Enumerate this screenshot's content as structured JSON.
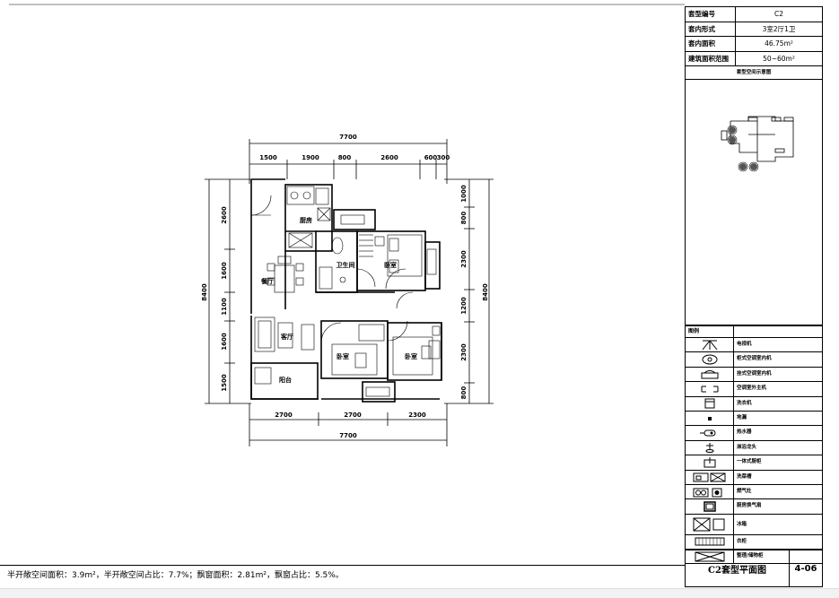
{
  "info": {
    "rows": [
      {
        "key": "套型编号",
        "value": "C2"
      },
      {
        "key": "套内形式",
        "value": "3室2厅1卫"
      },
      {
        "key": "套内面积",
        "value": "46.75m²"
      },
      {
        "key": "建筑面积范围",
        "value": "50~60m²"
      }
    ],
    "diagram_title": "套型空间示意图"
  },
  "plan": {
    "top_total": "7700",
    "bottom_total": "7700",
    "top_dims": [
      "1500",
      "1900",
      "800",
      "2600",
      "600",
      "300"
    ],
    "bottom_dims": [
      "2700",
      "2700",
      "2300"
    ],
    "left_total": "8400",
    "right_total": "8400",
    "left_dims": [
      "2600",
      "1600",
      "1100",
      "1600",
      "1500"
    ],
    "right_dims": [
      "1000",
      "800",
      "2300",
      "1200",
      "2300",
      "800"
    ],
    "rooms": {
      "kitchen": "厨房",
      "bath": "卫生间",
      "bedroom1": "卧室",
      "dining": "餐厅",
      "living": "客厅",
      "bedroom2": "卧室",
      "bedroom3": "卧室",
      "balcony": "阳台"
    }
  },
  "legend": {
    "header": "图例",
    "items": [
      {
        "icon": "electric-box-icon",
        "label": "电视机"
      },
      {
        "icon": "cabinet-ac-icon",
        "label": "柜式空调室内机"
      },
      {
        "icon": "wall-ac-icon",
        "label": "挂式空调室内机"
      },
      {
        "icon": "ac-outdoor-icon",
        "label": "空调室外主机"
      },
      {
        "icon": "washer-icon",
        "label": "洗衣机"
      },
      {
        "icon": "floor-drain-icon",
        "label": "地漏"
      },
      {
        "icon": "water-heater-icon",
        "label": "热水器"
      },
      {
        "icon": "shower-icon",
        "label": "淋浴龙头"
      },
      {
        "icon": "integrated-cabinet-icon",
        "label": "一体式厨柜"
      },
      {
        "icon": "stove-icon",
        "label": "洗菜槽"
      },
      {
        "icon": "gas-meter-icon",
        "label": "燃气灶"
      },
      {
        "icon": "range-hood-icon",
        "label": "厨房换气扇"
      },
      {
        "icon": "fridge-icon",
        "label": "冰箱"
      },
      {
        "icon": "shelf-icon",
        "label": "衣柜"
      },
      {
        "icon": "storage-icon",
        "label": "整理/储物柜"
      }
    ]
  },
  "titlebar": {
    "title": "C2套型平面图",
    "number": "4-06"
  },
  "footer": "半开敞空间面积：3.9m²，半开敞空间占比：7.7%；飘窗面积：2.81m²，飘窗占比：5.5%。"
}
